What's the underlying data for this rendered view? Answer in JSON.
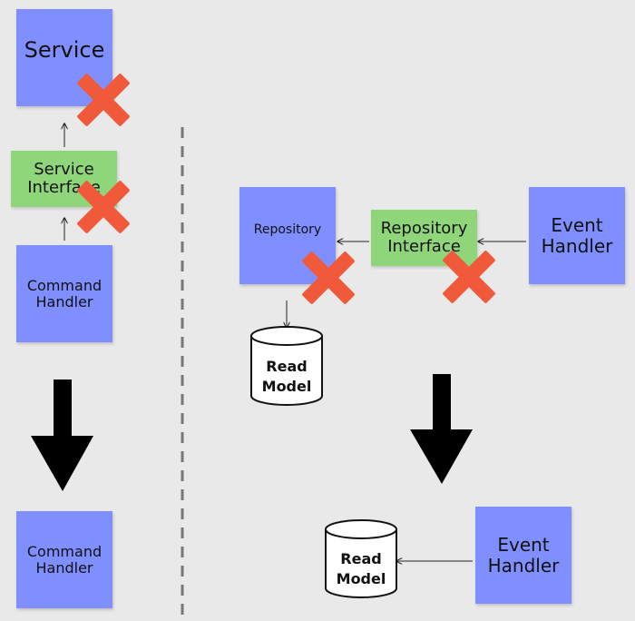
{
  "left": {
    "service": "Service",
    "service_interface": "Service Interface",
    "command_handler_top": "Command Handler",
    "command_handler_bottom": "Command Handler"
  },
  "right": {
    "repository": "Repository",
    "repository_interface": "Repository Interface",
    "event_handler_top": "Event Handler",
    "read_model_top": "Read Model",
    "read_model_bottom": "Read Model",
    "event_handler_bottom": "Event Handler"
  },
  "colors": {
    "sticky_blue": "#7f8fff",
    "sticky_green": "#8fd67a",
    "cross_red": "#f05a3a",
    "background": "#e9e9e9"
  }
}
